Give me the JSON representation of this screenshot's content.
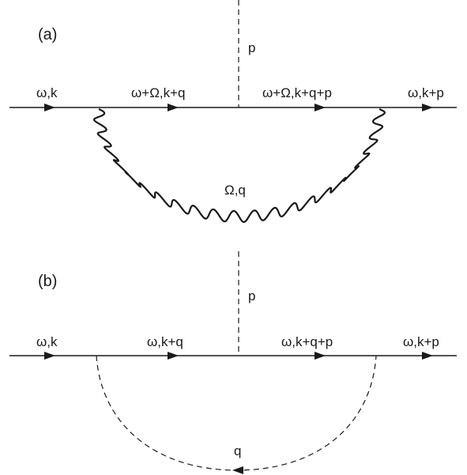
{
  "panel_a": {
    "label": "(a)",
    "vertex_label": "p",
    "segment_labels": [
      "ω,k",
      "ω+Ω,k+q",
      "ω+Ω,k+q+p",
      "ω,k+p"
    ],
    "propagator_label": "Ω,q"
  },
  "panel_b": {
    "label": "(b)",
    "vertex_label": "p",
    "segment_labels": [
      "ω,k",
      "ω,k+q",
      "ω,k+q+p",
      "ω,k+p"
    ],
    "propagator_label": "q"
  }
}
